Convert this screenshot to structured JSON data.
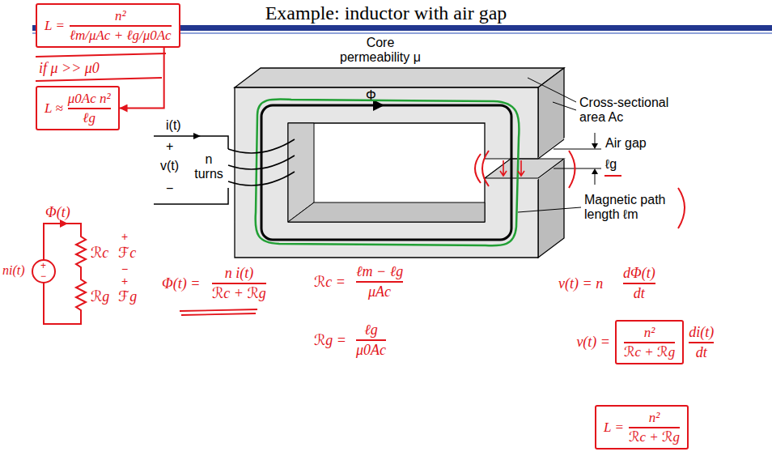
{
  "diagram": {
    "title": "Example: inductor with air gap",
    "nodes": [
      {
        "text": [
          "L =",
          "n²",
          "ℓm/μAc + ℓg/μ0Ac"
        ]
      },
      {
        "text": [
          "L ≈",
          "μ0Ac n²",
          "ℓg"
        ]
      },
      {
        "text": [
          "n²",
          "ℛc + ℛg"
        ]
      },
      {
        "text": [
          "L =",
          "n²",
          "ℛc + ℛg"
        ]
      }
    ],
    "edges": [
      {
        "from": 0,
        "to": 1,
        "arrow": "to"
      }
    ],
    "labels": [
      "Core permeability μ",
      "Φ",
      "Cross-sectional area Ac",
      "i(t)",
      "+",
      "v(t)",
      "−",
      "n turns",
      "Air gap",
      "ℓg",
      "Magnetic path length ℓm",
      "if μ >> μ0",
      "Φ(t)",
      "ni(t)",
      "+",
      "−",
      "ℛc",
      "+",
      "ℱc",
      "−",
      "ℛg",
      "+",
      "ℱg",
      "Φ(t) =",
      "n i(t)",
      "ℛc + ℛg",
      "ℛc =",
      "ℓm − ℓg",
      "μAc",
      "ℛg =",
      "ℓg",
      "μ0Ac",
      "v(t) = n",
      "dΦ(t)",
      "dt",
      "v(t) =",
      "di(t)",
      "dt"
    ]
  }
}
